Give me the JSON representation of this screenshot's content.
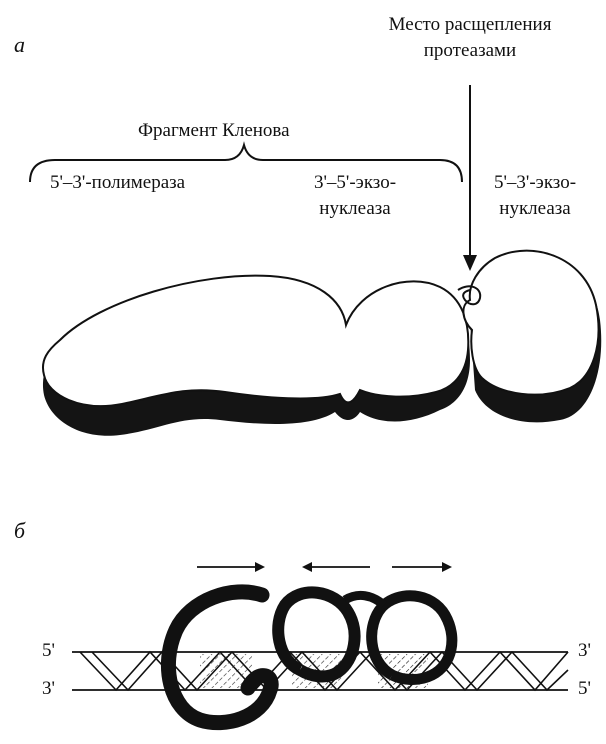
{
  "panel_a": {
    "letter": "а",
    "cleavage_site": [
      "Место расщепления",
      "протеазами"
    ],
    "klenow_fragment": "Фрагмент Кленова",
    "domain_polymerase": "5'–3'-полимераза",
    "domain_exo35": [
      "3'–5'-экзо-",
      "нуклеаза"
    ],
    "domain_exo53": [
      "5'–3'-экзо-",
      "нуклеаза"
    ]
  },
  "panel_b": {
    "letter": "б",
    "strand_top_left": "5'",
    "strand_bottom_left": "3'",
    "strand_top_right": "3'",
    "strand_bottom_right": "5'"
  }
}
